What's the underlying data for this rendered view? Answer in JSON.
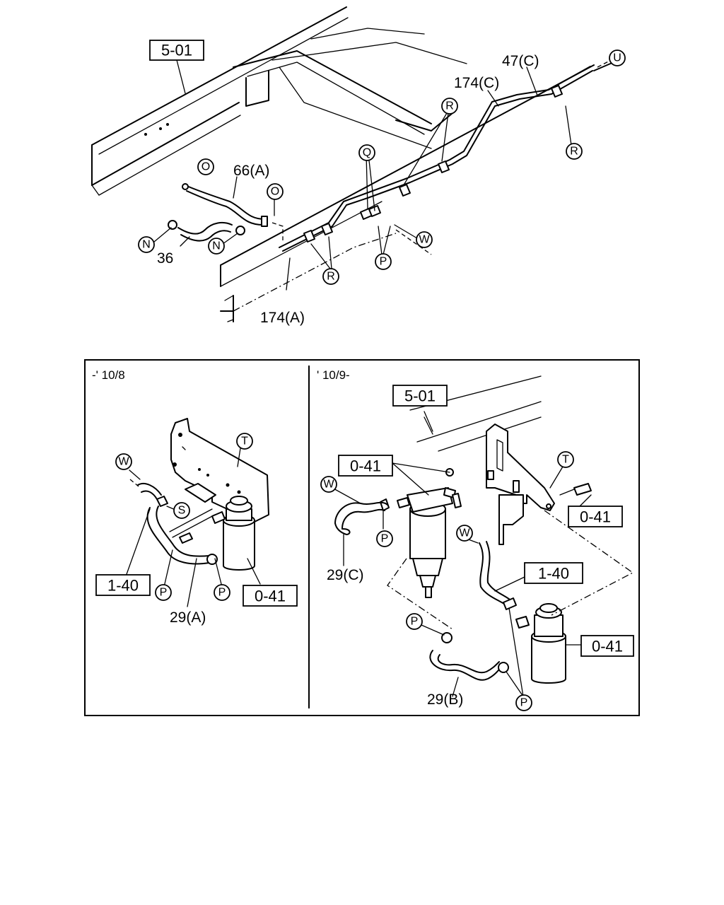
{
  "top_diagram": {
    "ref_box": "5-01",
    "callouts": {
      "u": "U",
      "r1": "R",
      "r2": "R",
      "r3": "R",
      "q": "Q",
      "o1": "O",
      "o2": "O",
      "n1": "N",
      "n2": "N",
      "w": "W",
      "p": "P"
    },
    "labels": {
      "part_47c": "47(C)",
      "part_174c": "174(C)",
      "part_66a": "66(A)",
      "part_36": "36",
      "part_174a": "174(A)"
    }
  },
  "left_panel": {
    "period": "-' 10/8",
    "callouts": {
      "w": "W",
      "t": "T",
      "s": "S",
      "p1": "P",
      "p2": "P"
    },
    "ref_box_140": "1-40",
    "ref_box_041": "0-41",
    "labels": {
      "part_29a": "29(A)"
    }
  },
  "right_panel": {
    "period": "' 10/9-",
    "ref_box_501": "5-01",
    "ref_box_041_top": "0-41",
    "ref_box_041_bolt": "0-41",
    "ref_box_140": "1-40",
    "ref_box_041_filter": "0-41",
    "callouts": {
      "w1": "W",
      "w2": "W",
      "t": "T",
      "p1": "P",
      "p2": "P",
      "p3": "P"
    },
    "labels": {
      "part_29c": "29(C)",
      "part_29b": "29(B)"
    }
  }
}
